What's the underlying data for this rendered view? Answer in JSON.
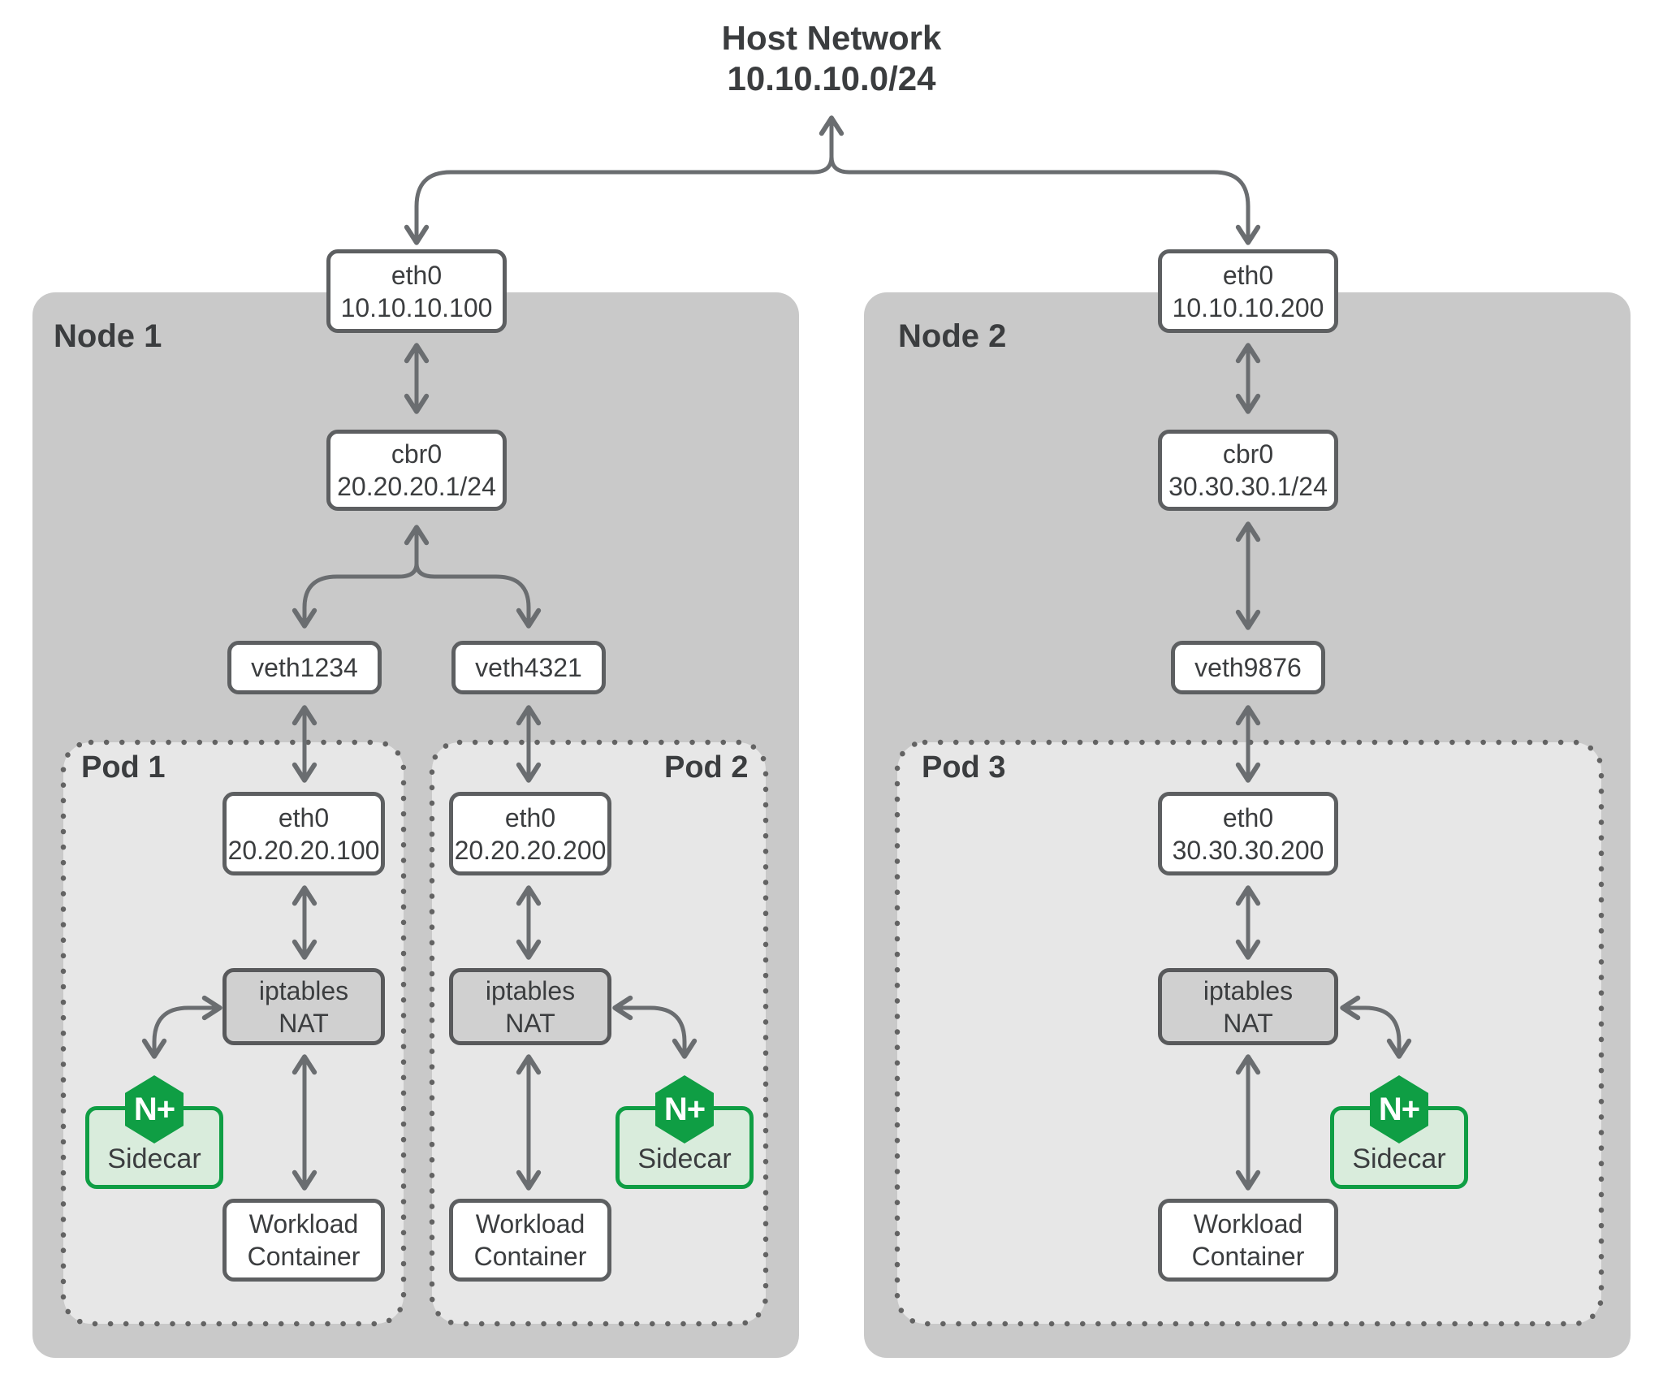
{
  "host_network": {
    "title": "Host Network",
    "cidr": "10.10.10.0/24"
  },
  "nodes": [
    {
      "label": "Node 1",
      "eth0": {
        "name": "eth0",
        "ip": "10.10.10.100"
      },
      "bridge": {
        "name": "cbr0",
        "cidr": "20.20.20.1/24"
      },
      "veths": [
        "veth1234",
        "veth4321"
      ]
    },
    {
      "label": "Node 2",
      "eth0": {
        "name": "eth0",
        "ip": "10.10.10.200"
      },
      "bridge": {
        "name": "cbr0",
        "cidr": "30.30.30.1/24"
      },
      "veths": [
        "veth9876"
      ]
    }
  ],
  "pods": [
    {
      "label": "Pod 1",
      "eth0": {
        "name": "eth0",
        "ip": "20.20.20.100"
      },
      "nat": {
        "line1": "iptables",
        "line2": "NAT"
      },
      "sidecar": {
        "logo": "N+",
        "label": "Sidecar"
      },
      "workload": {
        "line1": "Workload",
        "line2": "Container"
      }
    },
    {
      "label": "Pod 2",
      "eth0": {
        "name": "eth0",
        "ip": "20.20.20.200"
      },
      "nat": {
        "line1": "iptables",
        "line2": "NAT"
      },
      "sidecar": {
        "logo": "N+",
        "label": "Sidecar"
      },
      "workload": {
        "line1": "Workload",
        "line2": "Container"
      }
    },
    {
      "label": "Pod 3",
      "eth0": {
        "name": "eth0",
        "ip": "30.30.30.200"
      },
      "nat": {
        "line1": "iptables",
        "line2": "NAT"
      },
      "sidecar": {
        "logo": "N+",
        "label": "Sidecar"
      },
      "workload": {
        "line1": "Workload",
        "line2": "Container"
      }
    }
  ],
  "colors": {
    "nginx_green": "#0f9e44",
    "sidecar_fill": "#d9ecdc",
    "node_fill": "#c9c9c9",
    "pod_fill": "#e7e7e7",
    "nat_fill": "#d0d0d0",
    "box_border": "#5d5f61",
    "arrow": "#6a6d70",
    "text": "#3b3d3f"
  }
}
